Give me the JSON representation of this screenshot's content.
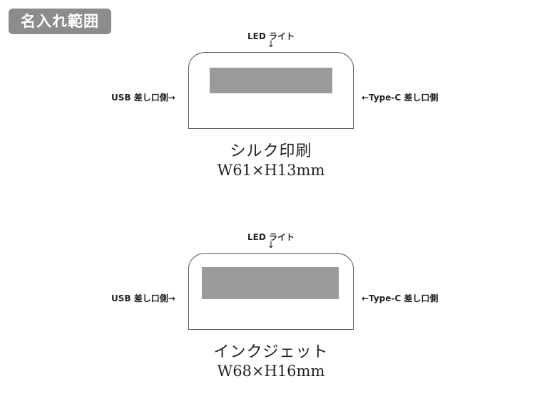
{
  "badge": "名入れ範囲",
  "diagrams": [
    {
      "led_label": "LED ライト",
      "led_arrow": "↓",
      "left_label": "USB 差し口側→",
      "right_label": "←Type-C 差し口側",
      "method": "シルク印刷",
      "size": "W61×H13mm"
    },
    {
      "led_label": "LED ライト",
      "led_arrow": "↓",
      "left_label": "USB 差し口側→",
      "right_label": "←Type-C 差し口側",
      "method": "インクジェット",
      "size": "W68×H16mm"
    }
  ],
  "colors": {
    "badge_bg": "#8c8c8c",
    "print_area": "#9a9a9a"
  }
}
